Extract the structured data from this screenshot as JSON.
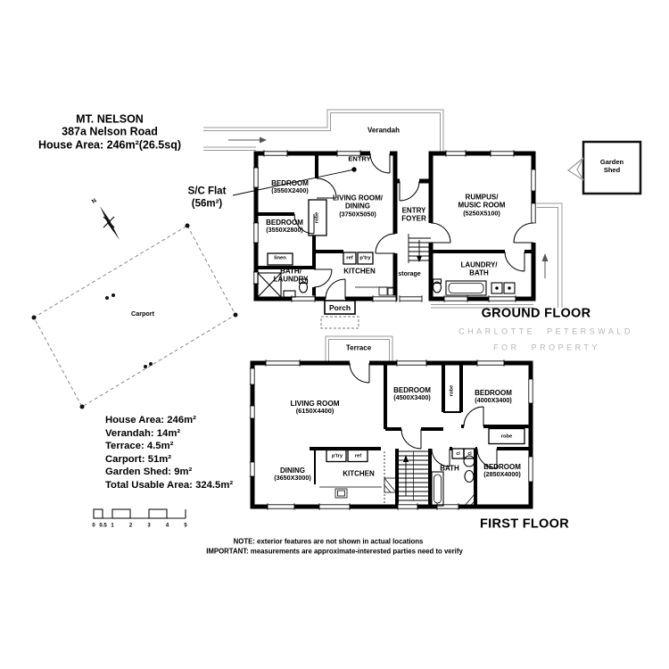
{
  "header": {
    "title": "MT. NELSON",
    "address": "387a Nelson Road",
    "area": "House Area: 246m²(26.5sq)"
  },
  "flat": {
    "name": "S/C Flat",
    "area": "(56m²)"
  },
  "compass": {
    "north": "N"
  },
  "outdoor": {
    "verandah": "Verandah",
    "terrace": "Terrace",
    "porch": "Porch",
    "carport": "Carport",
    "shed_line1": "Garden",
    "shed_line2": "Shed"
  },
  "ground_floor": {
    "label": "GROUND FLOOR",
    "entry": "ENTRY",
    "storage": "storage",
    "rooms": {
      "bedroom1": {
        "name": "BEDROOM",
        "dims": "(3550X2400)"
      },
      "bedroom2": {
        "name": "BEDROOM",
        "dims": "(3550X2800)"
      },
      "living": {
        "line1": "LIVING ROOM/",
        "line2": "DINING",
        "dims": "(3750X5050)"
      },
      "foyer": {
        "line1": "ENTRY",
        "line2": "FOYER"
      },
      "rumpus": {
        "line1": "RUMPUS/",
        "line2": "MUSIC ROOM",
        "dims": "(5250X5100)"
      },
      "bath_laundry": {
        "line1": "BATH/",
        "line2": "LAUNDRY"
      },
      "kitchen": {
        "name": "KITCHEN"
      },
      "laundry_bath": {
        "line1": "LAUNDRY/",
        "line2": "BATH"
      }
    },
    "fittings": {
      "linen": "linen",
      "robe": "robe",
      "ref": "ref",
      "pantry": "p'try"
    }
  },
  "first_floor": {
    "label": "FIRST FLOOR",
    "rooms": {
      "living": {
        "name": "LIVING ROOM",
        "dims": "(6150X4400)"
      },
      "bedroom3": {
        "name": "BEDROOM",
        "dims": "(4500X3400)"
      },
      "bedroom4": {
        "name": "BEDROOM",
        "dims": "(4000X3400)"
      },
      "bedroom5": {
        "name": "BEDROOM",
        "dims": "(2850X4000)"
      },
      "dining": {
        "name": "DINING",
        "dims": "(3650X3000)"
      },
      "kitchen": {
        "name": "KITCHEN"
      },
      "bath": {
        "name": "BATH"
      }
    },
    "fittings": {
      "robe_wall": "robe",
      "robe_box": "robe",
      "cl1": "cl",
      "cl2": "cl",
      "pantry": "p'try",
      "ref": "ref"
    }
  },
  "branding": {
    "line1": "CHARLOTTE PETERSWALD",
    "line2": "FOR PROPERTY"
  },
  "summary": {
    "house": "House Area: 246m²",
    "verandah": "Verandah: 14m²",
    "terrace": "Terrace: 4.5m²",
    "carport": "Carport: 51m²",
    "shed": "Garden Shed: 9m²",
    "total": "Total Usable Area: 324.5m²"
  },
  "scale_bar": {
    "ticks": [
      "0",
      "0.5",
      "1",
      "2",
      "3",
      "4",
      "5"
    ]
  },
  "notes": {
    "note": "NOTE: exterior features are not shown in actual locations",
    "important": "IMPORTANT: measurements are approximate-interested parties need to verify"
  }
}
